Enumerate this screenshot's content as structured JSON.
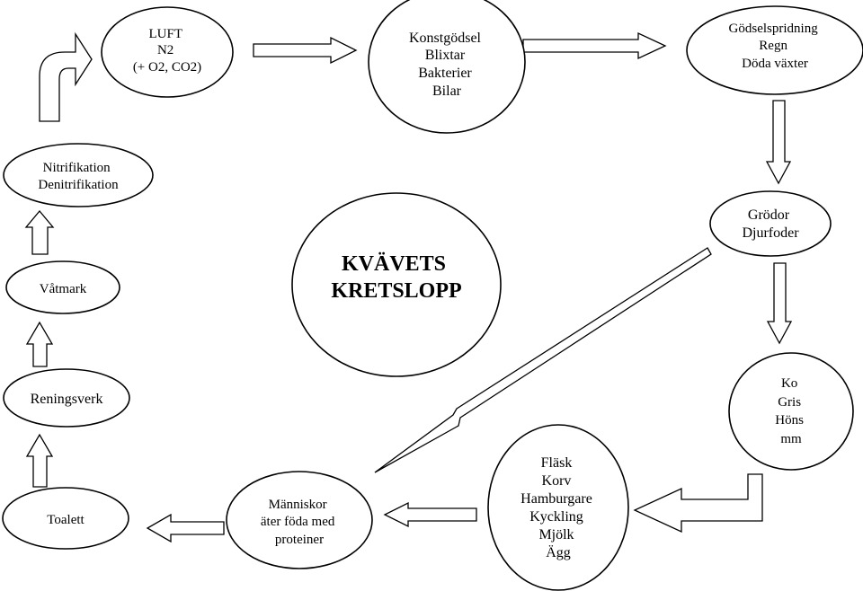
{
  "title": [
    "KVÄVETS",
    "KRETSLOPP"
  ],
  "nodes": {
    "luft": [
      "LUFT",
      "N2",
      "(+ O2, CO2)"
    ],
    "konstgodsel": [
      "Konstgödsel",
      "Blixtar",
      "Bakterier",
      "Bilar"
    ],
    "godselspridning": [
      "Gödselspridning",
      "Regn",
      "Döda växter"
    ],
    "nitrifikation": [
      "Nitrifikation",
      "Denitrifikation"
    ],
    "grodor": [
      "Grödor",
      "Djurfoder"
    ],
    "vatmark": [
      "Våtmark"
    ],
    "reningsverk": [
      "Reningsverk"
    ],
    "djur": [
      "Ko",
      "Gris",
      "Höns",
      "mm"
    ],
    "mat": [
      "Fläsk",
      "Korv",
      "Hamburgare",
      "Kyckling",
      "Mjölk",
      "Ägg"
    ],
    "manniskor": [
      "Människor",
      "äter föda med",
      "proteiner"
    ],
    "toalett": [
      "Toalett"
    ]
  },
  "colors": {
    "stroke": "#000000",
    "fill": "#ffffff"
  }
}
